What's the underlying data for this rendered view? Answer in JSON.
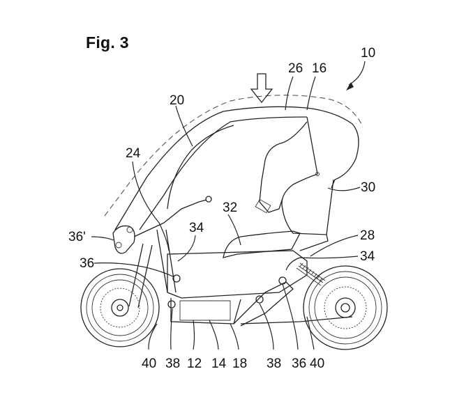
{
  "figure": {
    "title": "Fig. 3",
    "type": "patent line drawing",
    "subject": "covered electric scooter side view with roof frame"
  },
  "reference_labels": [
    {
      "id": "10",
      "text": "10",
      "part": "vehicle (overall)"
    },
    {
      "id": "26",
      "text": "26",
      "part": "roof"
    },
    {
      "id": "16",
      "text": "16",
      "part": "roof frame"
    },
    {
      "id": "20",
      "text": "20",
      "part": "front roof pillar"
    },
    {
      "id": "24",
      "text": "24",
      "part": "front frame member"
    },
    {
      "id": "30",
      "text": "30",
      "part": "rear body / backrest"
    },
    {
      "id": "32",
      "text": "32",
      "part": "seat"
    },
    {
      "id": "28",
      "text": "28",
      "part": "rear frame member"
    },
    {
      "id": "34a",
      "text": "34",
      "part": "mount (front)"
    },
    {
      "id": "34b",
      "text": "34",
      "part": "mount (rear)"
    },
    {
      "id": "36p",
      "text": "36'",
      "part": "alternate bracket"
    },
    {
      "id": "36a",
      "text": "36",
      "part": "bracket (front)"
    },
    {
      "id": "36b",
      "text": "36",
      "part": "bracket (rear)"
    },
    {
      "id": "40a",
      "text": "40",
      "part": "impact point (front)"
    },
    {
      "id": "38a",
      "text": "38",
      "part": "joint (front)"
    },
    {
      "id": "12",
      "text": "12",
      "part": "main frame"
    },
    {
      "id": "14",
      "text": "14",
      "part": "battery housing"
    },
    {
      "id": "18",
      "text": "18",
      "part": "lower frame"
    },
    {
      "id": "38b",
      "text": "38",
      "part": "joint (rear)"
    },
    {
      "id": "40b",
      "text": "40",
      "part": "impact point (rear)"
    }
  ],
  "colors": {
    "line": "#222222",
    "background": "#ffffff"
  }
}
